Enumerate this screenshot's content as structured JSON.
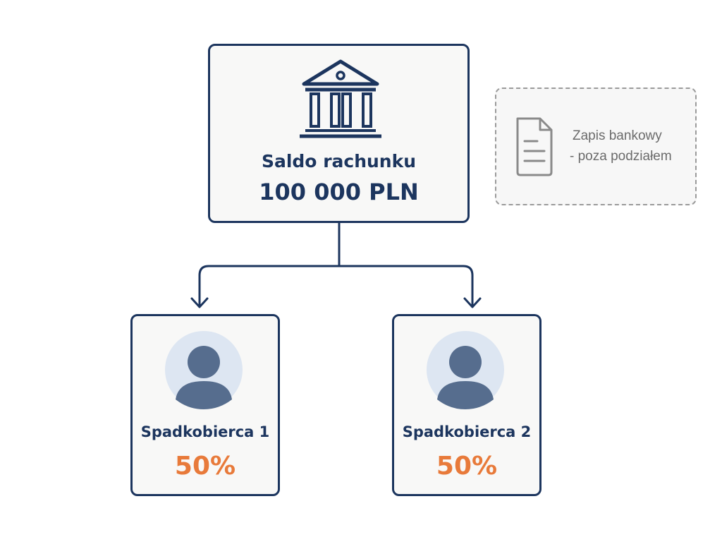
{
  "account": {
    "label": "Saldo rachunku",
    "amount": "100 000 PLN",
    "icon": "bank-icon"
  },
  "note": {
    "line1": "Zapis bankowy",
    "line2": "- poza podziałem",
    "icon": "document-icon"
  },
  "heirs": [
    {
      "name": "Spadkobierca 1",
      "share": "50%"
    },
    {
      "name": "Spadkobierca 2",
      "share": "50%"
    }
  ],
  "colors": {
    "primary": "#1c355e",
    "accent": "#e87a3a",
    "avatar_bg": "#dde6f2",
    "avatar_fg": "#566d8e",
    "note_border": "#9a9a9a",
    "note_text": "#6b6b6b"
  }
}
